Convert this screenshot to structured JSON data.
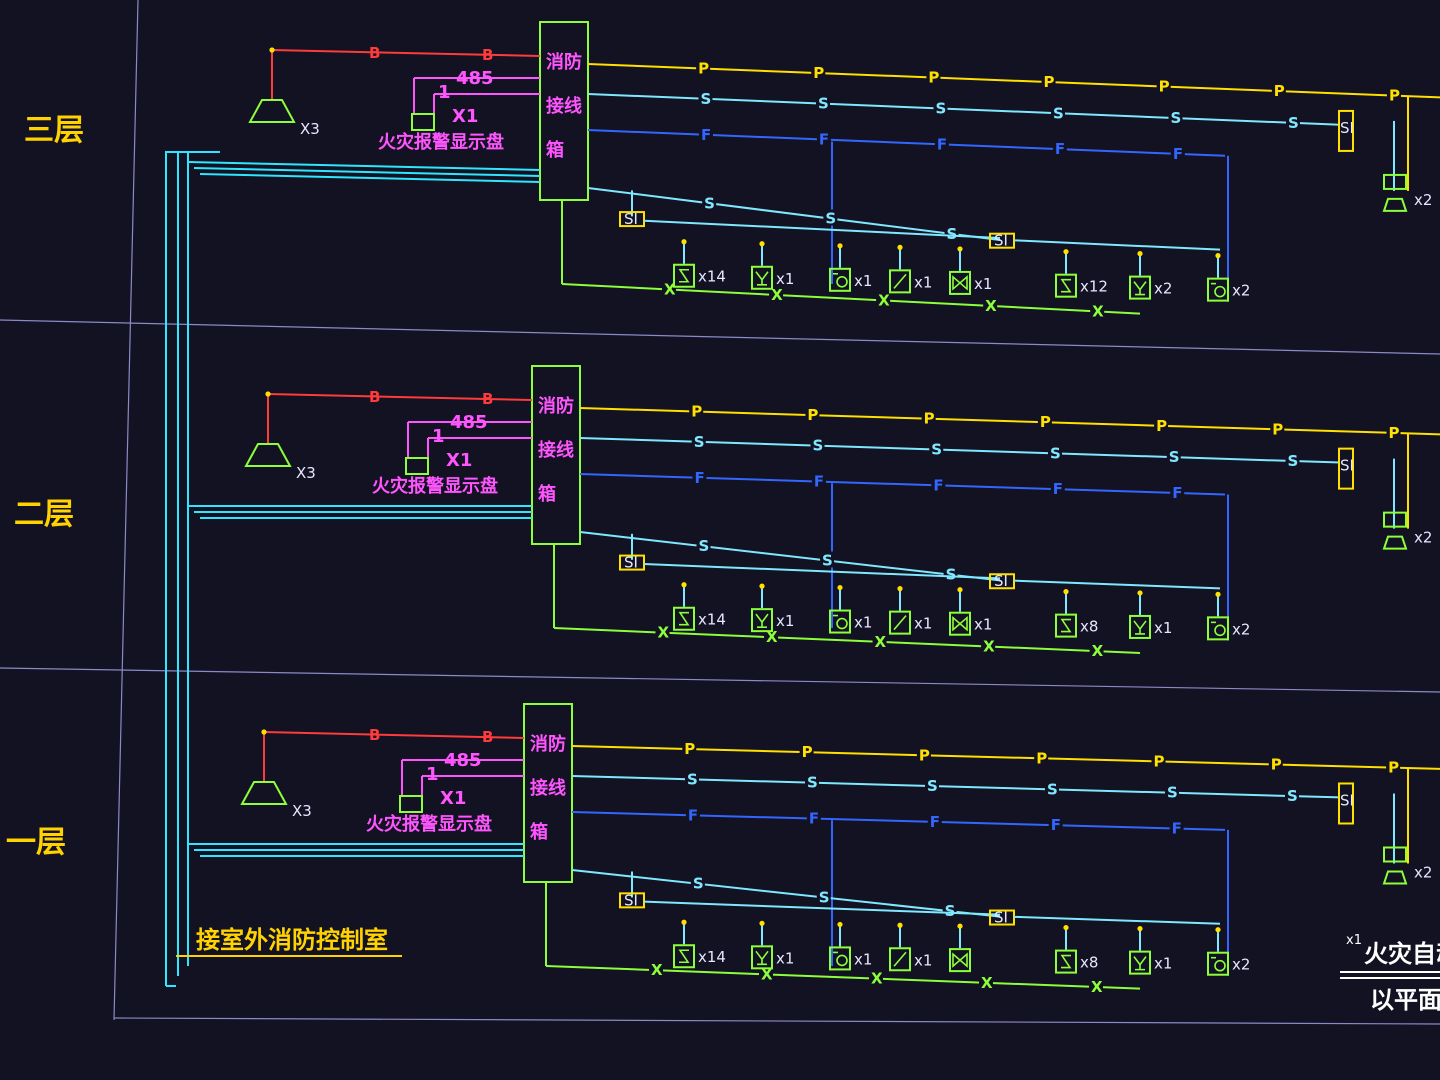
{
  "floors": [
    {
      "label": "三层",
      "junction_box": [
        "消防",
        "接线",
        "箱"
      ],
      "sounder": {
        "count": "X3"
      },
      "display_panel": {
        "label": "火灾报警显示盘",
        "count": "X1",
        "rs485": "485",
        "one": "1"
      },
      "loop_devices": [
        {
          "type": "smoke",
          "count": "x14"
        },
        {
          "type": "heat",
          "count": "x1"
        },
        {
          "type": "hydrant-button",
          "count": "x1"
        },
        {
          "type": "manual-call-point",
          "count": "x1"
        },
        {
          "type": "fire-valve",
          "count": "x1"
        },
        {
          "type": "smoke",
          "count": "x12"
        },
        {
          "type": "heat",
          "count": "x2"
        },
        {
          "type": "hydrant-button",
          "count": "x2"
        }
      ],
      "right_module": {
        "count": "x2"
      }
    },
    {
      "label": "二层",
      "junction_box": [
        "消防",
        "接线",
        "箱"
      ],
      "sounder": {
        "count": "X3"
      },
      "display_panel": {
        "label": "火灾报警显示盘",
        "count": "X1",
        "rs485": "485",
        "one": "1"
      },
      "loop_devices": [
        {
          "type": "smoke",
          "count": "x14"
        },
        {
          "type": "heat",
          "count": "x1"
        },
        {
          "type": "hydrant-button",
          "count": "x1"
        },
        {
          "type": "manual-call-point",
          "count": "x1"
        },
        {
          "type": "fire-valve",
          "count": "x1"
        },
        {
          "type": "smoke",
          "count": "x8"
        },
        {
          "type": "heat",
          "count": "x1"
        },
        {
          "type": "hydrant-button",
          "count": "x2"
        }
      ],
      "right_module": {
        "count": "x2"
      }
    },
    {
      "label": "一层",
      "junction_box": [
        "消防",
        "接线",
        "箱"
      ],
      "sounder": {
        "count": "X3"
      },
      "display_panel": {
        "label": "火灾报警显示盘",
        "count": "X1",
        "rs485": "485",
        "one": "1"
      },
      "loop_devices": [
        {
          "type": "smoke",
          "count": "x14"
        },
        {
          "type": "heat",
          "count": "x1"
        },
        {
          "type": "hydrant-button",
          "count": "x1"
        },
        {
          "type": "manual-call-point",
          "count": "x1"
        },
        {
          "type": "fire-valve",
          "count": ""
        },
        {
          "type": "smoke",
          "count": "x8"
        },
        {
          "type": "heat",
          "count": "x1"
        },
        {
          "type": "hydrant-button",
          "count": "x2"
        }
      ],
      "right_module": {
        "count": "x2"
      }
    }
  ],
  "wire_letters": {
    "bus_b": "B",
    "power_p": "P",
    "signal_s": "S",
    "fire_f": "F",
    "loop_x": "X",
    "module_si": "SI"
  },
  "control_room_label": "接室外消防控制室",
  "legend": {
    "line1": "火灾自动报",
    "line2": "以平面图",
    "marker": "x1"
  },
  "colors": {
    "background": "#121222",
    "riser": "#2ee6ff",
    "bus_red": "#ff3b3b",
    "power_yellow": "#ffe000",
    "signal_cyan": "#7fe8ff",
    "fire_blue": "#3366ff",
    "loop_green": "#8cff3a",
    "magenta": "#ff55ff",
    "floor_label": "#ffd200"
  }
}
